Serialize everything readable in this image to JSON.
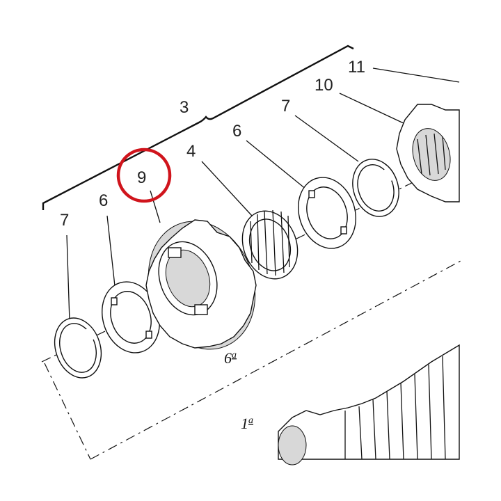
{
  "callouts": {
    "c3": "3",
    "c4": "4",
    "c6a": "6",
    "c6b": "6",
    "c7a": "7",
    "c7b": "7",
    "c9": "9",
    "c10": "10",
    "c11": "11"
  },
  "gear_labels": {
    "g6_main": "6",
    "g6_sup": "a",
    "g1_main": "1",
    "g1_sup": "a"
  },
  "colors": {
    "highlight": "#d0141c",
    "ink": "#111111",
    "shade": "#d8d8d8"
  }
}
